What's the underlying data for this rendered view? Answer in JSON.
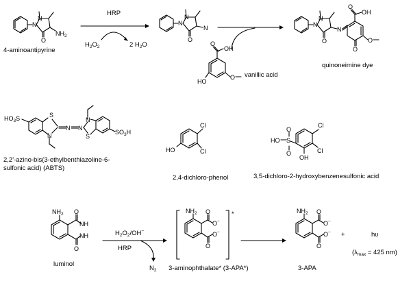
{
  "reaction1": {
    "enzyme": "HRP",
    "reactant_label": "4-aminoantipyrine",
    "oxidant_pre": "H",
    "oxidant_sub1": "2",
    "oxidant_mid": "O",
    "oxidant_sub2": "2",
    "byproduct_pre": "2 H",
    "byproduct_sub": "2",
    "byproduct_post": "O",
    "coreactant_label": "vanillic acid",
    "product_label": "quinoneimine dye"
  },
  "substrates": {
    "abts_label_line1": "2,2'-azino-bis(3-ethylbenthiazoline-6-",
    "abts_label_line2": "sulfonic acid) (ABTS)",
    "dcp_label": "2,4-dichloro-phenol",
    "dhbs_label": "3,5-dichloro-2-hydroxybenzenesulfonic acid"
  },
  "reaction2": {
    "reactant_label": "luminol",
    "conditions_pre": "H",
    "conditions_sub1": "2",
    "conditions_mid": "O",
    "conditions_sub2": "2",
    "conditions_post": "/OH",
    "conditions_sup": "−",
    "enzyme": "HRP",
    "byproduct": "N",
    "byproduct_sub": "2",
    "intermediate_label": "3-aminophthalate* (3-APA*)",
    "excited_mark": "*",
    "product_label": "3-APA",
    "plus": "+",
    "photon": "hυ",
    "lambda_pre": "(λ",
    "lambda_sub": "max",
    "lambda_post": " = 425 nm)"
  },
  "atoms": {
    "N": "N",
    "O": "O",
    "S": "S",
    "Cl": "Cl",
    "NH2": "NH",
    "two": "2",
    "NH": "NH",
    "OH": "OH",
    "HO": "HO",
    "COOH": "OH",
    "carboxyl_O": "O",
    "HO3S": "HO",
    "SO3H": "SO",
    "sulfo_3": "3",
    "sulfo_H": "H",
    "O_minus": "O",
    "minus": "−",
    "methoxy": "O"
  }
}
